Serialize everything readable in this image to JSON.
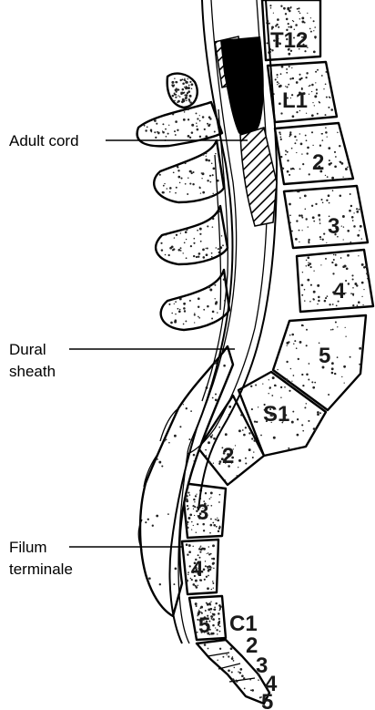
{
  "labels": {
    "adult_cord": "Adult cord",
    "dural_line1": "Dural",
    "dural_line2": "sheath",
    "filum_line1": "Filum",
    "filum_line2": "terminale"
  },
  "vertebrae": {
    "t12": "T12",
    "l1": "L1",
    "l2": "2",
    "l3": "3",
    "l4": "4",
    "l5": "5",
    "s1": "S1",
    "s2": "2",
    "s3": "3",
    "s4": "4",
    "s5": "5",
    "c1": "C1",
    "c2": "2",
    "c3": "3",
    "c4": "4",
    "c5": "5"
  }
}
